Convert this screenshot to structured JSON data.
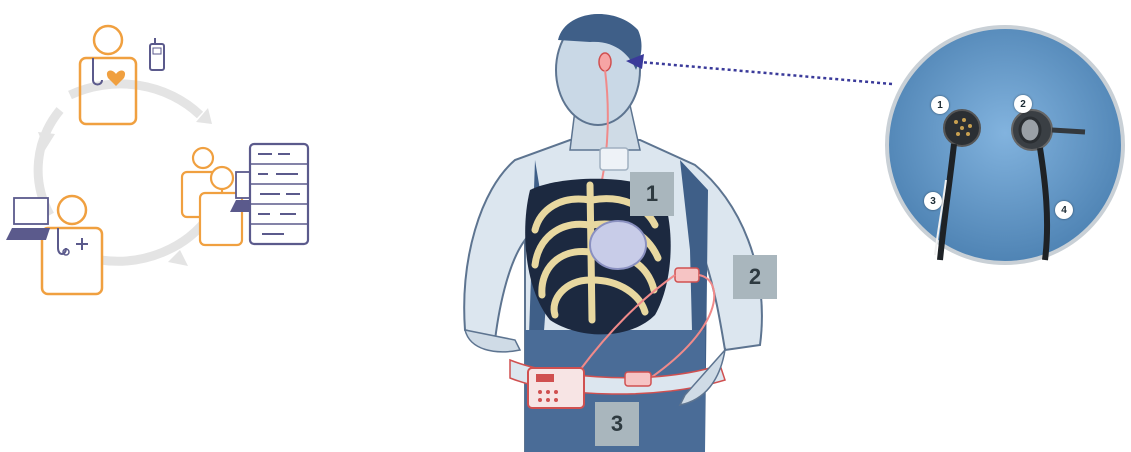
{
  "callouts": {
    "one": "1",
    "two": "2",
    "three": "3"
  },
  "connector_badges": {
    "one": "1",
    "two": "2",
    "three": "3",
    "four": "4"
  },
  "colors": {
    "orange": "#f0a040",
    "purple": "#5b5a8c",
    "cycle_gray": "#e4e4e4",
    "vest_blue": "#4a6c97",
    "ribcage": "#e8d8a0",
    "callout_box": "#a9b6bd",
    "circle_bg": "#5c93c2",
    "arrow": "#3a3a9a"
  },
  "icons": [
    "patient-heart-icon",
    "phone-icon",
    "care-team-icon",
    "server-rack-icon",
    "doctor-icon",
    "laptop-icon",
    "cycle-arrow-icon"
  ]
}
